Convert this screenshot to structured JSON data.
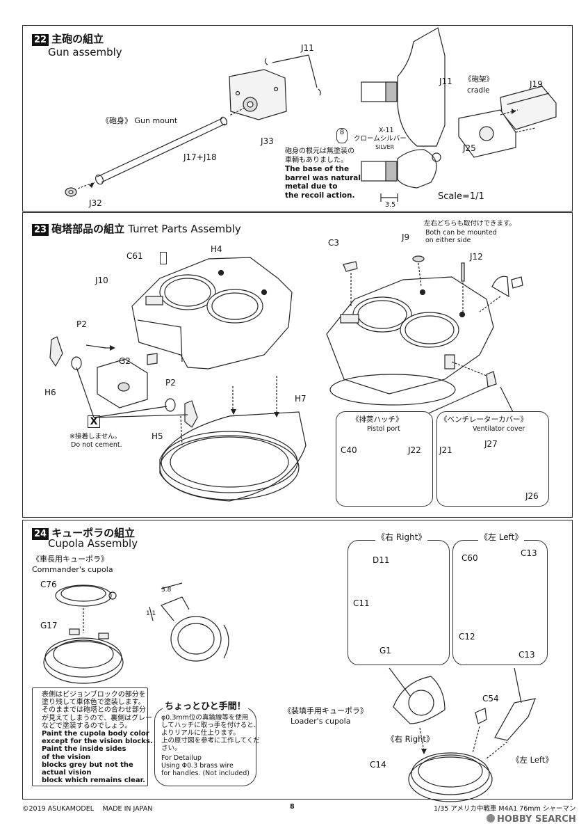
{
  "s22": {
    "num": "22",
    "title_jp": "主砲の組立",
    "title_en": "Gun assembly",
    "labels": {
      "j11_top": "J11",
      "barrel": "《砲身》 Gun mount",
      "j33": "J33",
      "j17": "J17+J18",
      "j32": "J32",
      "j11_side": "J11",
      "cradle_jp": "《砲架》",
      "cradle_en": "cradle",
      "j19": "J19",
      "j25": "J25",
      "x11": "X-11",
      "chrome_jp": "クロームシルバー",
      "silver": "SILVER",
      "note_jp1": "砲身の根元は無塗装の",
      "note_jp2": "車輌もありました。",
      "note_en1": "The base of the",
      "note_en2": "barrel was natural",
      "note_en3": "metal due to",
      "note_en4": "the recoil action.",
      "dim": "3.5",
      "scale": "Scale=1/1"
    }
  },
  "s23": {
    "num": "23",
    "title_jp": "砲塔部品の組立",
    "title_en": "Turret Parts Assembly",
    "labels": {
      "c61": "C61",
      "h4": "H4",
      "j10": "J10",
      "p2a": "P2",
      "g2": "G2",
      "h6": "H6",
      "p2b": "P2",
      "h5": "H5",
      "h7": "H7",
      "x_jp": "※接着しません。",
      "x_en": "Do not cement.",
      "c3": "C3",
      "j9": "J9",
      "j12": "J12",
      "either_jp": "左右どちらも取付けできます。",
      "either_en1": "Both can be mounted",
      "either_en2": "on either side"
    },
    "pistol": {
      "title_jp": "《排莢ハッチ》",
      "title_en": "Pistol port",
      "c40": "C40",
      "j22": "J22"
    },
    "vent": {
      "title_jp": "《ベンチレーターカバー》",
      "title_en": "Ventilator cover",
      "j27": "J27",
      "j21": "J21",
      "j26": "J26"
    }
  },
  "s24": {
    "num": "24",
    "title_jp": "キューポラの組立",
    "title_en": "Cupola Assembly",
    "commander_jp": "《車長用キューポラ》",
    "commander_en": "Commander's cupola",
    "labels": {
      "c76": "C76",
      "g17": "G17",
      "dim1": "3.8",
      "dim2": "1.1",
      "c14": "C14",
      "c54": "C54",
      "right_b": "《右 Right》",
      "left_b": "《左 Left》"
    },
    "right": {
      "title": "《右 Right》",
      "d11": "D11",
      "c11": "C11",
      "g1": "G1"
    },
    "left": {
      "title": "《左 Left》",
      "c60": "C60",
      "c13a": "C13",
      "c12": "C12",
      "c13b": "C13"
    },
    "loader_jp": "《装填手用キューポラ》",
    "loader_en": "Loader's cupola",
    "paint_note": [
      "表側はビジョンブロックの部分を",
      "塗り残して車体色で塗装します。",
      "そのままでは砲塔との合わせ部分",
      "が見えてしまうので、裏側はグレー",
      "などで塗装するのでしょう。",
      "Paint the cupola body color",
      "except for the vision blocks.",
      "Paint the inside sides",
      "of the vision",
      "blocks grey but not the",
      "actual vision",
      "block which remains clear."
    ],
    "tip_title": "ちょっとひと手間！",
    "tip": [
      "φ0.3mm位の真鍮線等を使用",
      "してハッチに取っ手を付けると、",
      "よりリアルに仕上ります。",
      "上の原寸図を参考に工作してくだ",
      "さい。",
      "For Detailup",
      "Using Φ0.3 brass wire",
      "for handles. (Not included)"
    ]
  },
  "footer": {
    "copyright": "©2019 ASUKAMODEL　 MADE IN JAPAN",
    "page": "8",
    "product": "1/35 アメリカ中戦車 M4A1 76mm シャーマン",
    "watermark": "HOBBY SEARCH"
  }
}
